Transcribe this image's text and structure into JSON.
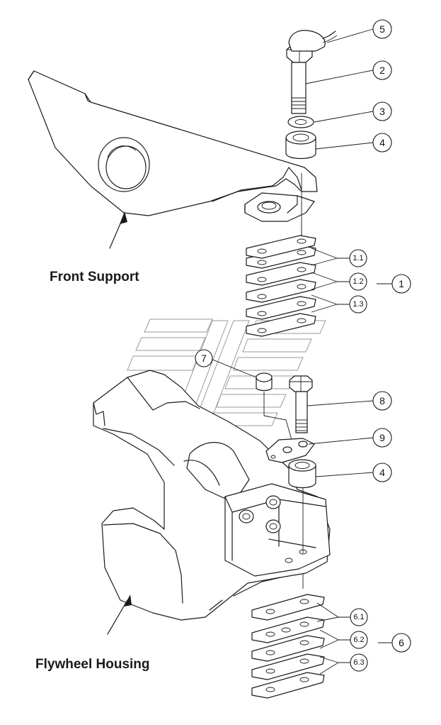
{
  "labels": {
    "front_support": "Front Support",
    "flywheel_housing": "Flywheel Housing"
  },
  "callouts": {
    "c5": "5",
    "c2": "2",
    "c3": "3",
    "c4a": "4",
    "c1_1": "1.1",
    "c1_2": "1.2",
    "c1_3": "1.3",
    "c1": "1",
    "c7": "7",
    "c8": "8",
    "c9": "9",
    "c4b": "4",
    "c6_1": "6.1",
    "c6_2": "6.2",
    "c6_3": "6.3",
    "c6": "6"
  }
}
